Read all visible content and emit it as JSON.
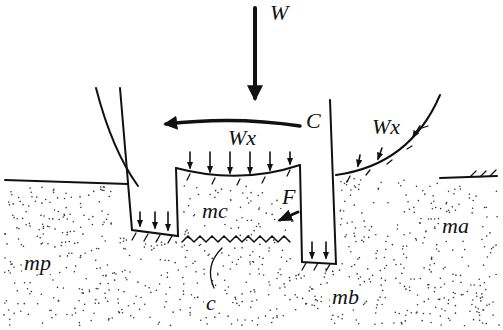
{
  "diagram": {
    "labels": [
      "W",
      "C",
      "Wx",
      "Wx",
      "F",
      "mp",
      "mc",
      "ma",
      "mb",
      "c"
    ]
  }
}
